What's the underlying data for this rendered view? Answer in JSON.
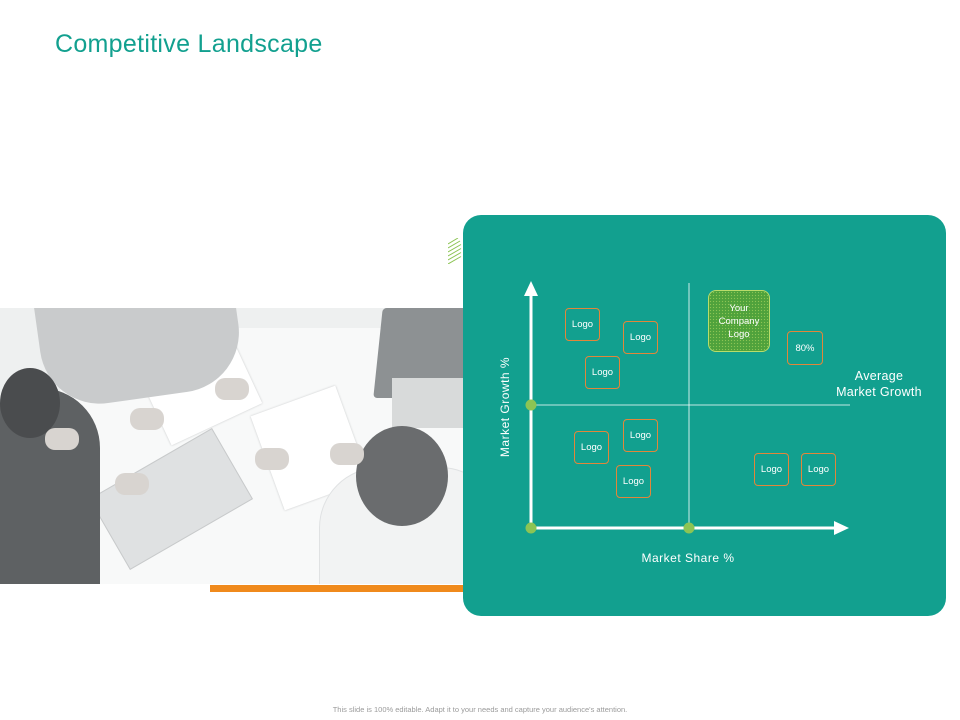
{
  "slide": {
    "title": "Competitive Landscape",
    "footer": "This slide is 100% editable. Adapt it to your needs and capture your audience's attention."
  },
  "matrix": {
    "y_axis_label": "Market Growth %",
    "x_axis_label": "Market Share %",
    "average_line_label": "Average\nMarket Growth",
    "your_company_label": "Your\nCompany\nLogo",
    "percent_badge": "80%",
    "logo_labels": [
      "Logo",
      "Logo",
      "Logo",
      "Logo",
      "Logo",
      "Logo",
      "Logo",
      "Logo"
    ]
  },
  "colors": {
    "panel": "#12a08f",
    "accent_orange": "#f08a1c",
    "accent_green": "#8cc454",
    "title": "#12a08f"
  }
}
